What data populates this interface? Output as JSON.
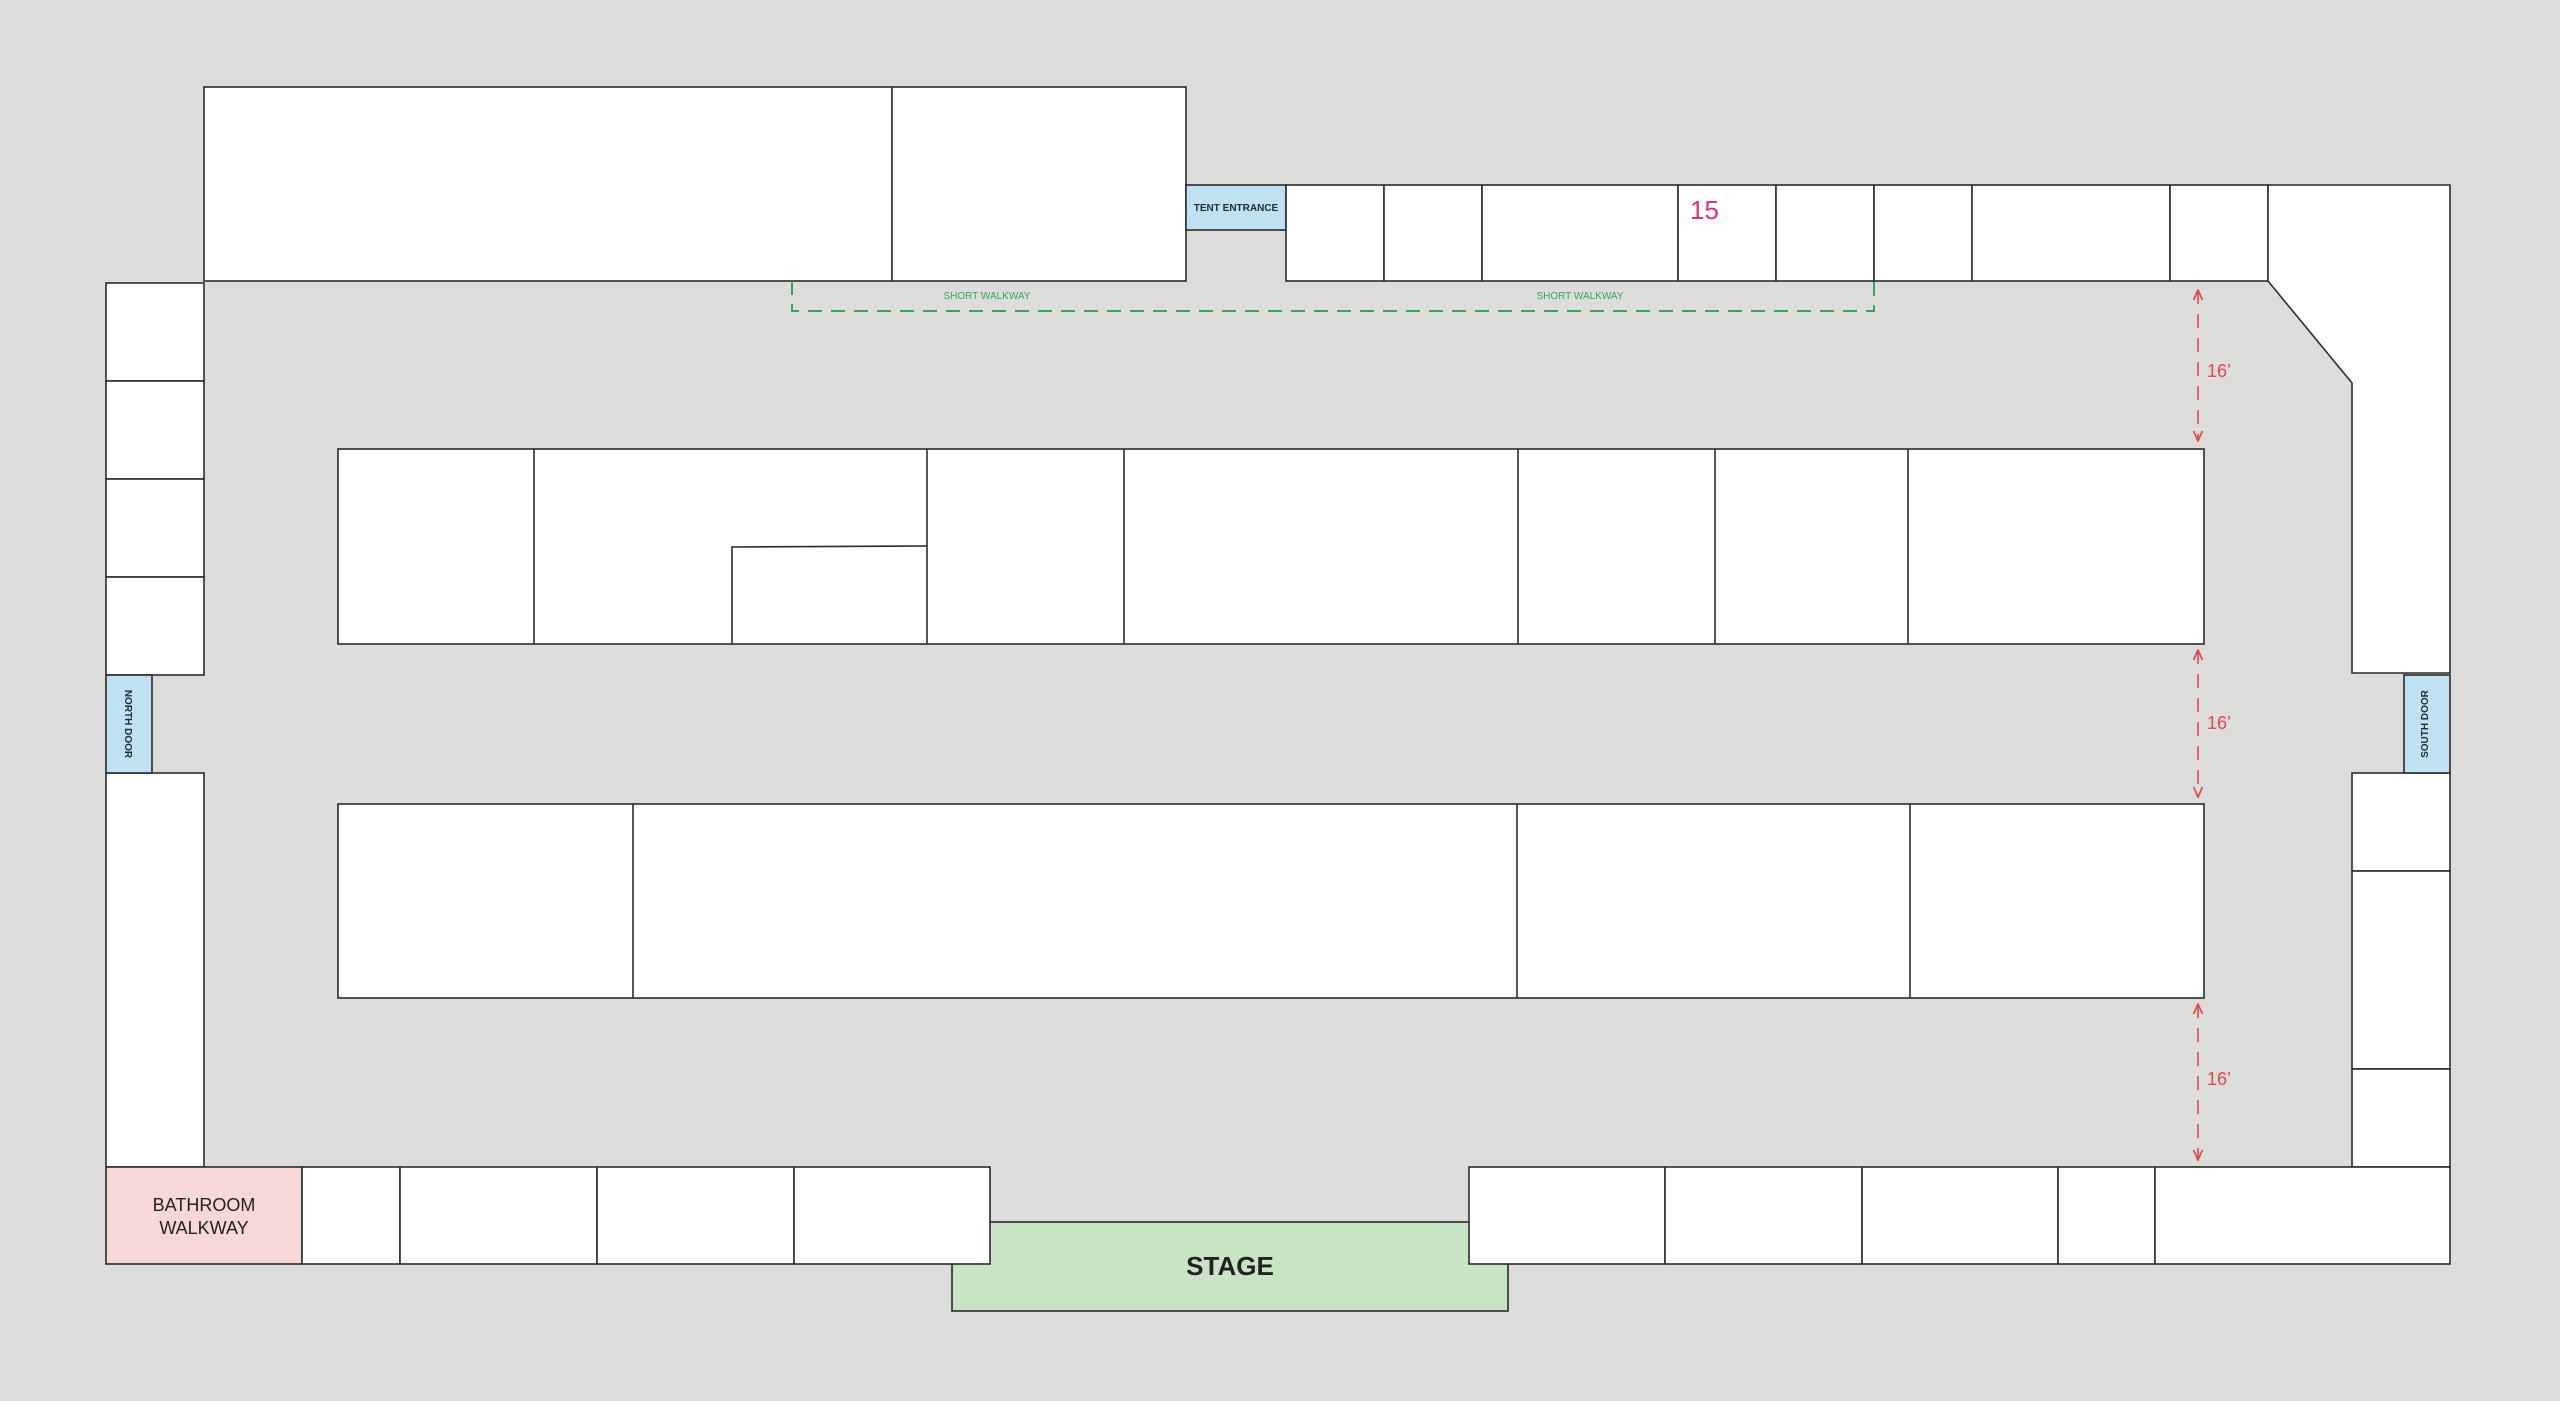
{
  "colors": {
    "background": "#dcdcdb",
    "booth": "#ffffff",
    "outline": "#2b2b2b",
    "door": "#bfe1f2",
    "bathroom": "#f8d7d7",
    "stage": "#c9e4c4",
    "walkway": "#3aa35a",
    "dimension": "#e2474b",
    "booth_number": "#d63384"
  },
  "labels": {
    "tent_entrance": "TENT ENTRANCE",
    "short_walkway_left": "SHORT WALKWAY",
    "short_walkway_right": "SHORT WALKWAY",
    "north_door": "NORTH DOOR",
    "south_door": "SOUTH DOOR",
    "bathroom_line1": "BATHROOM",
    "bathroom_line2": "WALKWAY",
    "stage": "STAGE",
    "booth_15": "15",
    "dimension_top": "16’",
    "dimension_middle": "16’",
    "dimension_bottom": "16’"
  }
}
